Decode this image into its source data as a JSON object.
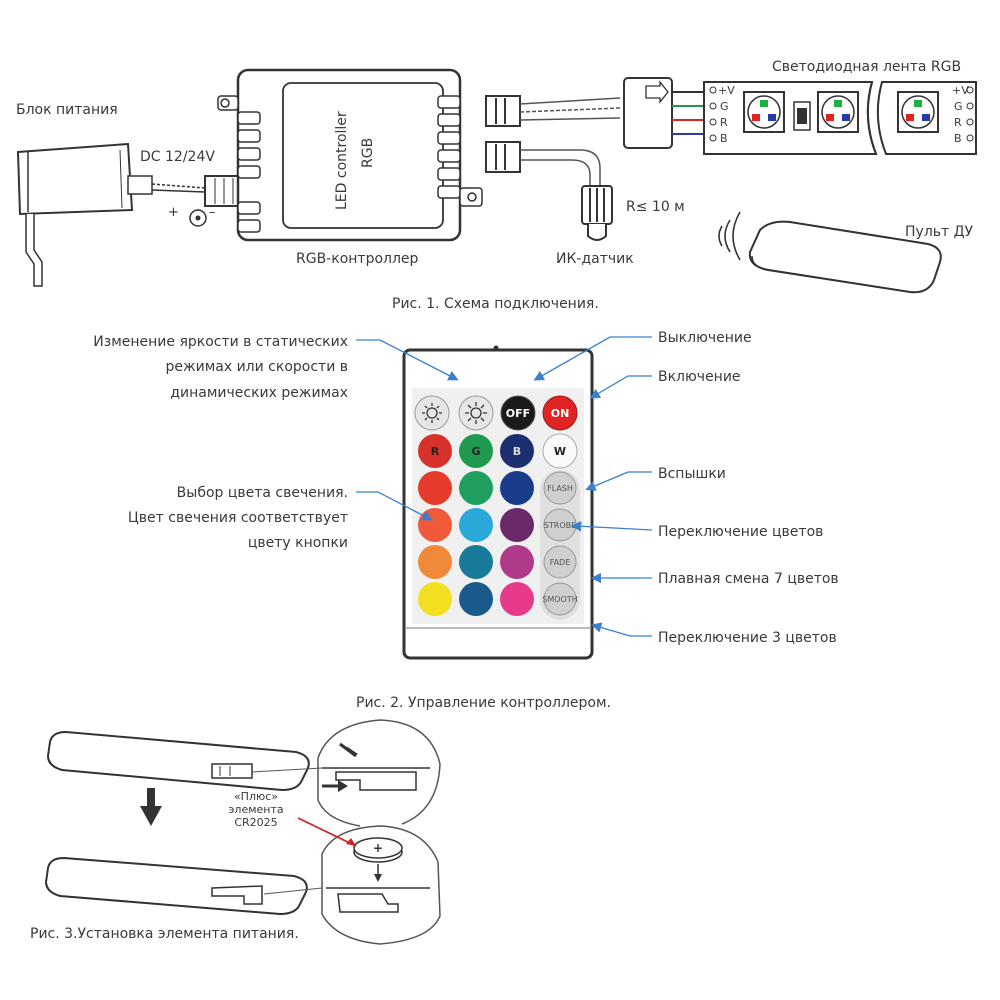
{
  "fig1": {
    "power_supply_label": "Блок питания",
    "dc_label": "DC 12/24V",
    "polarity_plus": "+",
    "polarity_minus": "–",
    "controller_text_1": "LED controller",
    "controller_text_2": "RGB",
    "controller_label": "RGB-контроллер",
    "ir_sensor_label": "ИК-датчик",
    "cable_length": "R≤ 10 м",
    "strip_label": "Светодиодная лента RGB",
    "pins": [
      "+V",
      "G",
      "R",
      "B"
    ],
    "remote_label": "Пульт ДУ",
    "caption": "Рис. 1. Схема подключения."
  },
  "fig2": {
    "callout_left_brightness": [
      "Изменение яркости в статических",
      "режимах или скорости в",
      "динамических режимах"
    ],
    "callout_left_color": [
      "Выбор цвета свечения.",
      "Цвет свечения соответствует",
      "цвету кнопки"
    ],
    "callout_off": "Выключение",
    "callout_on": "Включение",
    "callout_flash": "Вспышки",
    "callout_strobe": "Переключение цветов",
    "callout_fade": "Плавная смена 7 цветов",
    "callout_smooth": "Переключение 3 цветов",
    "buttons": {
      "off": "OFF",
      "on": "ON",
      "r": "R",
      "g": "G",
      "b": "B",
      "w": "W",
      "flash": "FLASH",
      "strobe": "STROBE",
      "fade": "FADE",
      "smooth": "SMOOTH"
    },
    "color_grid": [
      [
        "#e63a2a",
        "#20a060",
        "#1a3d8a"
      ],
      [
        "#ee5a3a",
        "#2aa8d8",
        "#6a2a6a"
      ],
      [
        "#f08a3a",
        "#1a7a9a",
        "#b03a8a"
      ],
      [
        "#f2e020",
        "#1a5a8a",
        "#e83a8a"
      ]
    ],
    "colors": {
      "r": "#d8302a",
      "g": "#1f9a4e",
      "b": "#1c2f6e",
      "off": "#1a1a1a",
      "on": "#e02424"
    },
    "caption": "Рис. 2. Управление контроллером."
  },
  "fig3": {
    "battery_note": [
      "«Плюс»",
      "элемента",
      "CR2025"
    ],
    "battery_plus": "+",
    "caption": "Рис. 3.Установка элемента питания."
  },
  "accent_color": "#3a7fd0"
}
